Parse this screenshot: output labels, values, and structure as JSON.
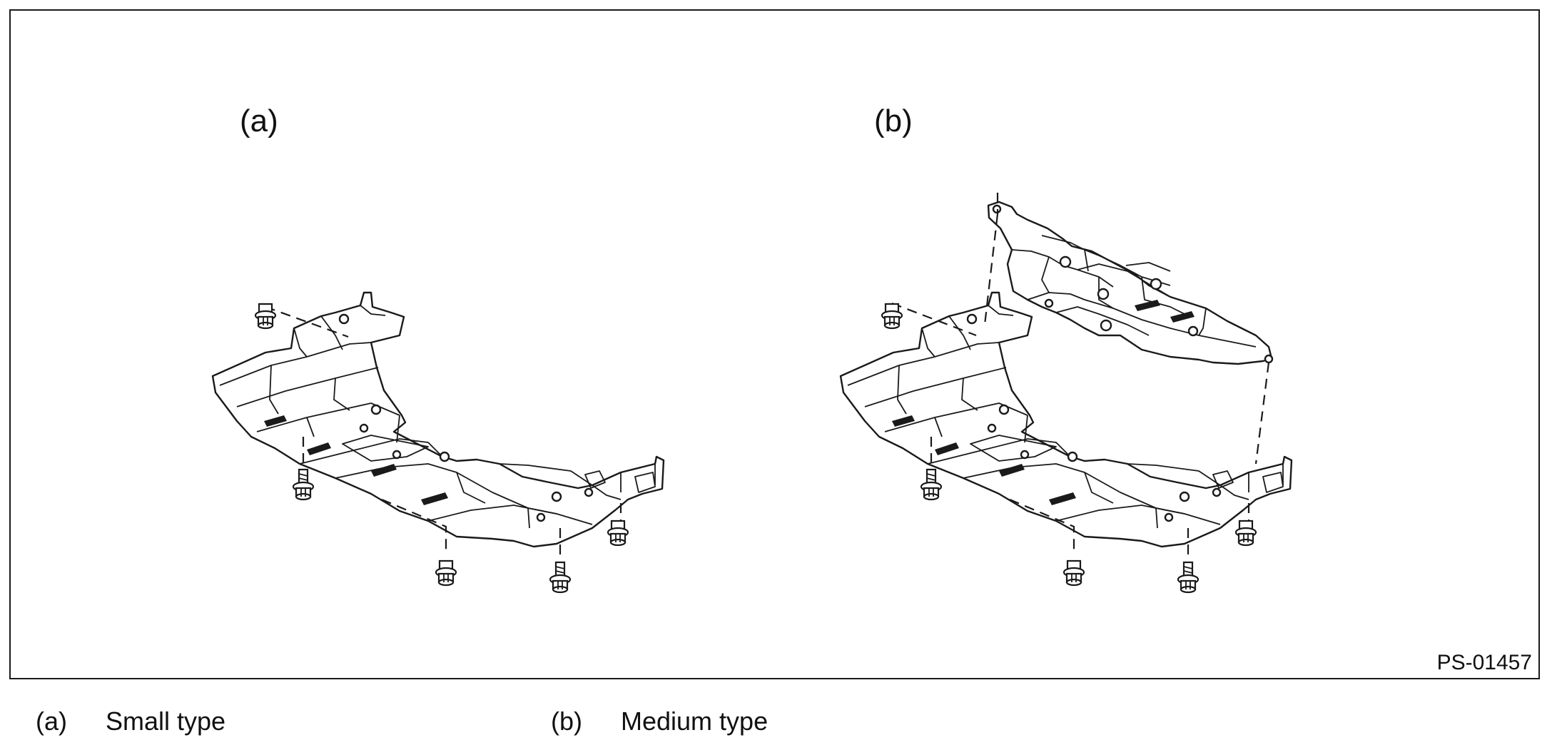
{
  "figure": {
    "panel_a_label": "(a)",
    "panel_b_label": "(b)",
    "figure_code": "PS-01457"
  },
  "legend": {
    "items": [
      {
        "key": "(a)",
        "text": "Small type"
      },
      {
        "key": "(b)",
        "text": "Medium type"
      }
    ]
  },
  "illustration": {
    "panel_a": {
      "depicts": "under-cover-small",
      "bolt_count": 5
    },
    "panel_b": {
      "depicts": "under-cover-medium",
      "bolt_count": 5
    }
  }
}
